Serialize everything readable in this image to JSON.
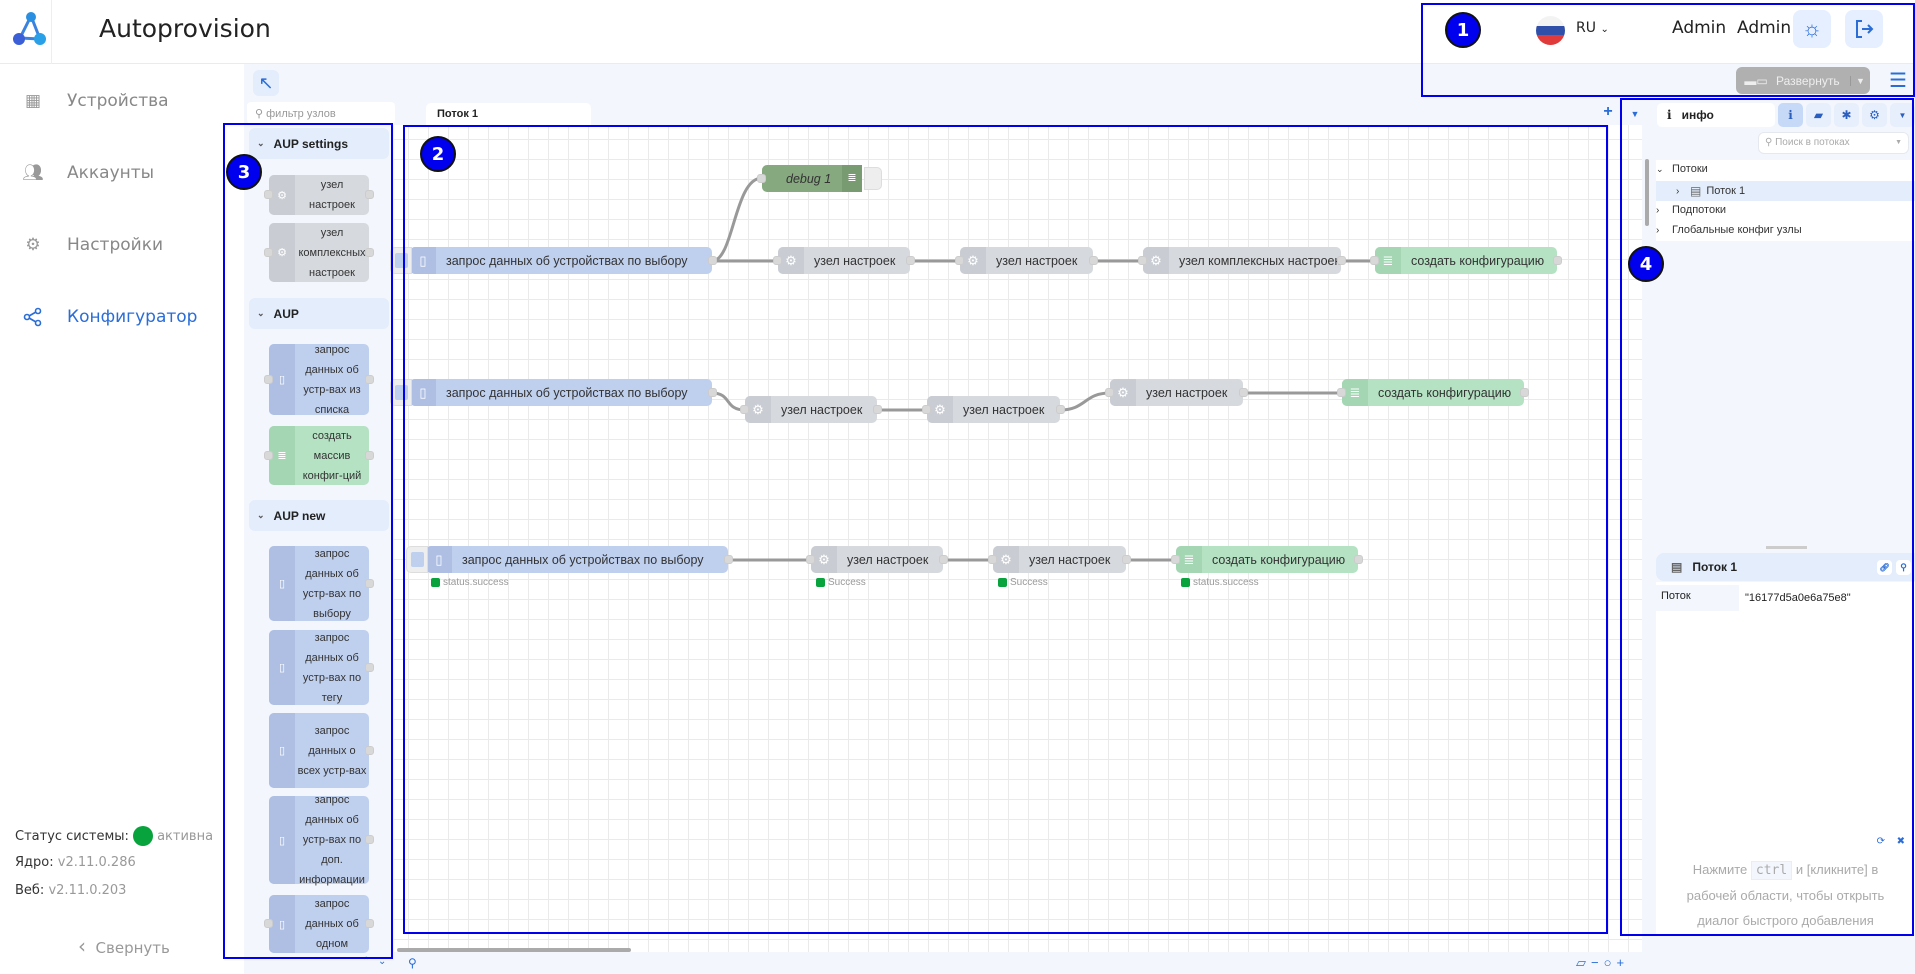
{
  "header": {
    "title": "Autoprovision",
    "language": "RU",
    "user": "Admin  Admin"
  },
  "sidebar": {
    "items": [
      {
        "label": "Устройства",
        "icon": "device-icon"
      },
      {
        "label": "Аккаунты",
        "icon": "users-icon"
      },
      {
        "label": "Настройки",
        "icon": "gear-icon"
      },
      {
        "label": "Конфигуратор",
        "icon": "share-icon",
        "active": true
      }
    ],
    "status_label": "Статус системы:",
    "status_value": "активна",
    "core_label": "Ядро:",
    "core_version": "v2.11.0.286",
    "web_label": "Веб:",
    "web_version": "v2.11.0.203",
    "collapse": "Свернуть"
  },
  "editor": {
    "deploy": "Развернуть",
    "filter_placeholder": "фильтр узлов",
    "tab": "Поток 1"
  },
  "palette": {
    "groups": [
      {
        "title": "AUP settings",
        "nodes": [
          "узел настроек",
          "узел комплексных настроек"
        ]
      },
      {
        "title": "AUP",
        "nodes": [
          "запрос данных об устр-вах из списка",
          "создать массив конфиг-ций"
        ]
      },
      {
        "title": "AUP new",
        "nodes": [
          "запрос данных об устр-вах по выбору",
          "запрос данных об устр-вах по тегу",
          "запрос данных о всех устр-вах",
          "запрос данных об устр-вах по доп. информации",
          "запрос данных об одном"
        ]
      }
    ]
  },
  "flow": {
    "request": "запрос данных об устройствах по выбору",
    "settings": "узел настроек",
    "complex": "узел комплексных настроек",
    "create": "создать конфигурацию",
    "debug": "debug 1",
    "status_success": "status.success",
    "success": "Success"
  },
  "right_panel": {
    "tab": "инфо",
    "search_placeholder": "Поиск в потоках",
    "tree": [
      "Потоки",
      "Поток 1",
      "Подпотоки",
      "Глобальные конфиг узлы"
    ],
    "info_title": "Поток 1",
    "prop_key": "Поток",
    "prop_value": "\"16177d5a0e6a75e8\"",
    "tip_pre": "Нажмите",
    "tip_key": "ctrl",
    "tip_post": "и [кликните] в",
    "tip_line2": "рабочей области, чтобы открыть",
    "tip_line3": "диалог быстрого добавления"
  },
  "annotations": [
    "1",
    "2",
    "3",
    "4"
  ],
  "colors": {
    "accent": "#2a6dd6",
    "annotation": "#0000ee",
    "status_ok": "#09a33d"
  }
}
